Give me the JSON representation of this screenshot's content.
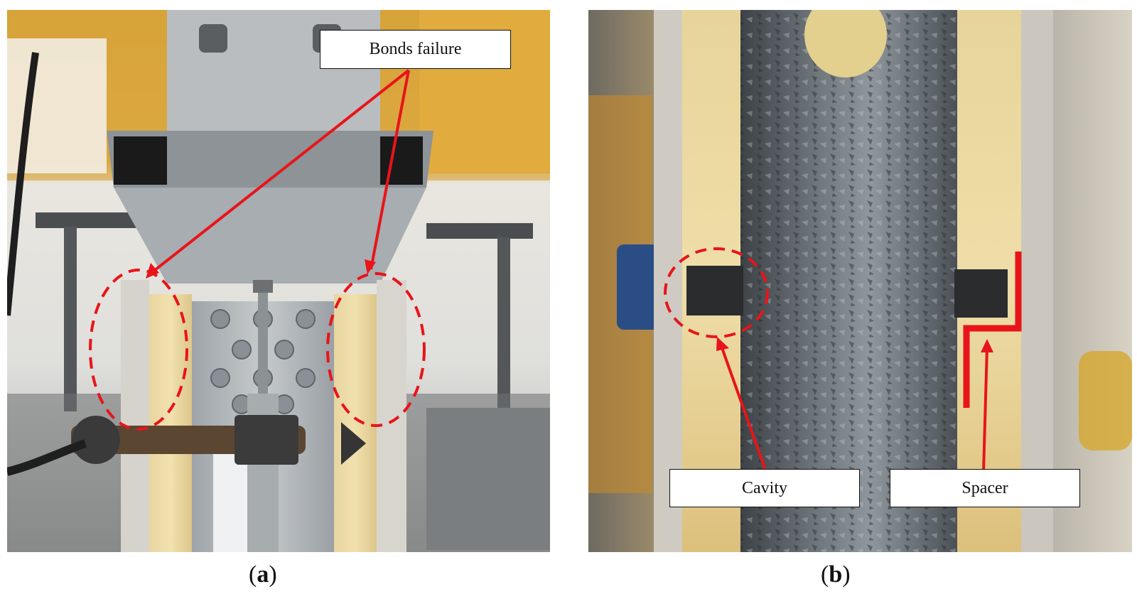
{
  "panel_a": {
    "callout": "Bonds failure",
    "caption_open": "(",
    "caption_letter": "a",
    "caption_close": ")"
  },
  "panel_b": {
    "callout_cavity": "Cavity",
    "callout_spacer": "Spacer",
    "caption_open": "(",
    "caption_letter": "b",
    "caption_close": ")"
  },
  "annotation_color": "#e8141a"
}
